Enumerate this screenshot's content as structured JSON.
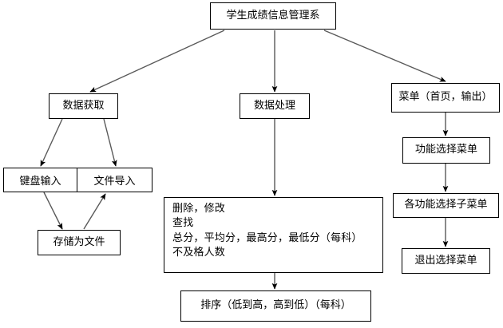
{
  "diagram": {
    "title_node": "学生成绩信息管理系",
    "level2": {
      "left": "数据获取",
      "center": "数据处理",
      "right": "菜单（首页，输出）"
    },
    "left_branch": {
      "keyboard_input": "键盘输入",
      "file_import": "文件导入",
      "save_to_file": "存储为文件"
    },
    "center_branch": {
      "operations": [
        "删除，修改",
        "查找",
        "总分，平均分，最高分，最低分（每科）",
        "不及格人数"
      ],
      "sorting": "排序（低到高，高到低）（每科）"
    },
    "right_branch": {
      "function_select_menu": "功能选择菜单",
      "sub_function_menu": "各功能选择子菜单",
      "exit_menu": "退出选择菜单"
    },
    "style": {
      "box_border_color": "#000000",
      "connector_color": "#595959",
      "arrowhead_color": "#000000",
      "background": "#ffffff",
      "text_color": "#000000"
    }
  }
}
